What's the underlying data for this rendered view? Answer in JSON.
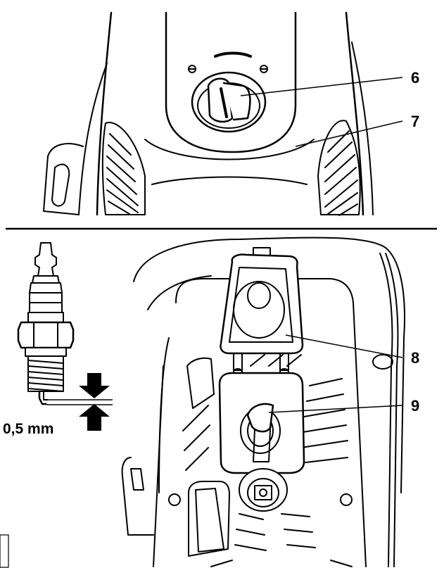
{
  "callouts": [
    {
      "id": "6",
      "label": "6"
    },
    {
      "id": "7",
      "label": "7"
    },
    {
      "id": "8",
      "label": "8"
    },
    {
      "id": "9",
      "label": "9"
    }
  ],
  "spark_plug": {
    "gap_label": "0,5 mm"
  },
  "colors": {
    "ink": "#000000",
    "paper": "#ffffff"
  }
}
